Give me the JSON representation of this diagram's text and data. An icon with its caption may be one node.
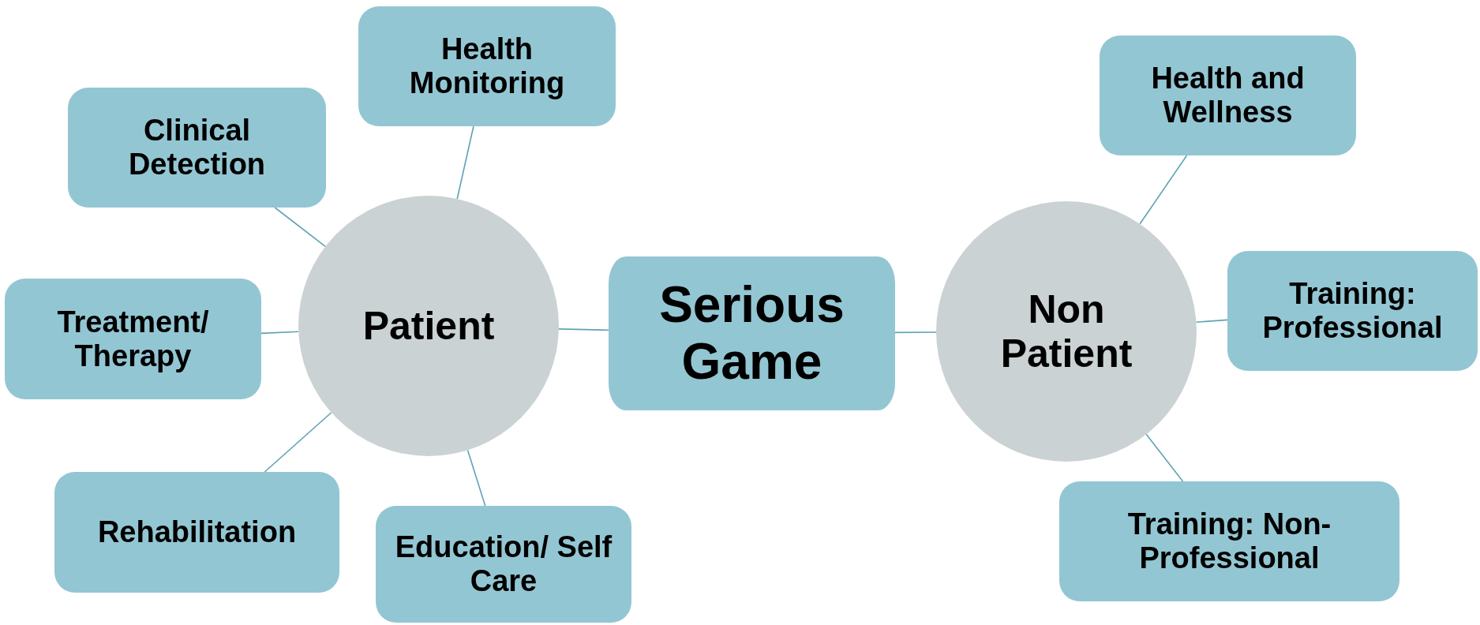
{
  "diagram": {
    "nodes": [
      {
        "text": [
          "Serious Game"
        ]
      },
      {
        "text": [
          "Patient"
        ]
      },
      {
        "text": [
          "Non Patient"
        ]
      },
      {
        "text": [
          "Health Monitoring"
        ]
      },
      {
        "text": [
          "Clinical Detection"
        ]
      },
      {
        "text": [
          "Treatment/ Therapy"
        ]
      },
      {
        "text": [
          "Rehabilitation"
        ]
      },
      {
        "text": [
          "Education/ Self Care"
        ]
      },
      {
        "text": [
          "Health and Wellness"
        ]
      },
      {
        "text": [
          "Training: Professional"
        ]
      },
      {
        "text": [
          "Training: Non-Professional"
        ]
      }
    ],
    "edges": [
      {
        "from": 0,
        "to": 1,
        "arrow": "none"
      },
      {
        "from": 0,
        "to": 2,
        "arrow": "none"
      },
      {
        "from": 1,
        "to": 3,
        "arrow": "none"
      },
      {
        "from": 1,
        "to": 4,
        "arrow": "none"
      },
      {
        "from": 1,
        "to": 5,
        "arrow": "none"
      },
      {
        "from": 1,
        "to": 6,
        "arrow": "none"
      },
      {
        "from": 1,
        "to": 7,
        "arrow": "none"
      },
      {
        "from": 2,
        "to": 8,
        "arrow": "none"
      },
      {
        "from": 2,
        "to": 9,
        "arrow": "none"
      },
      {
        "from": 2,
        "to": 10,
        "arrow": "none"
      }
    ]
  }
}
